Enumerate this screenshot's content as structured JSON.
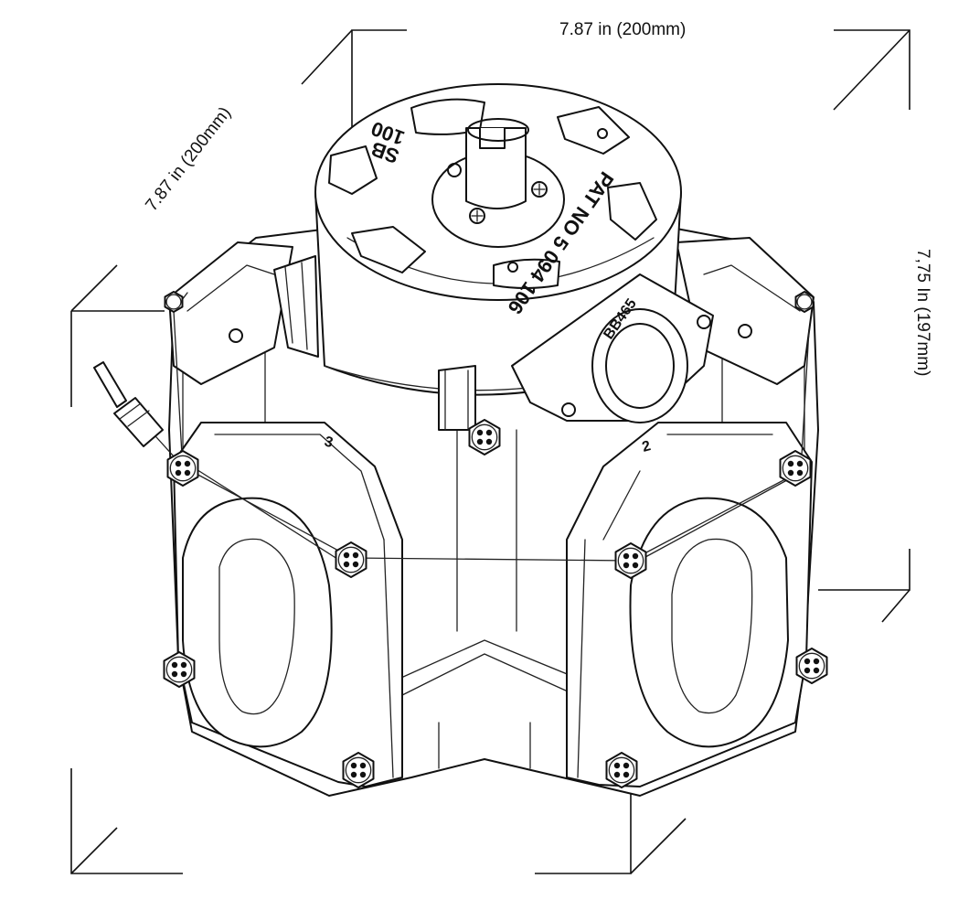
{
  "dimensions": {
    "width_label": "7.87 in (200mm)",
    "depth_label": "7.87 in (200mm)",
    "height_label": "7,75 In (197mm)"
  },
  "markings": {
    "top_line1": "SB",
    "top_line2": "100",
    "patent": "PAT NO 5 094 106",
    "port_mark": "BB465",
    "port_number_left": "3",
    "port_number_right": "2"
  },
  "colors": {
    "line": "#111111",
    "background": "#ffffff"
  }
}
